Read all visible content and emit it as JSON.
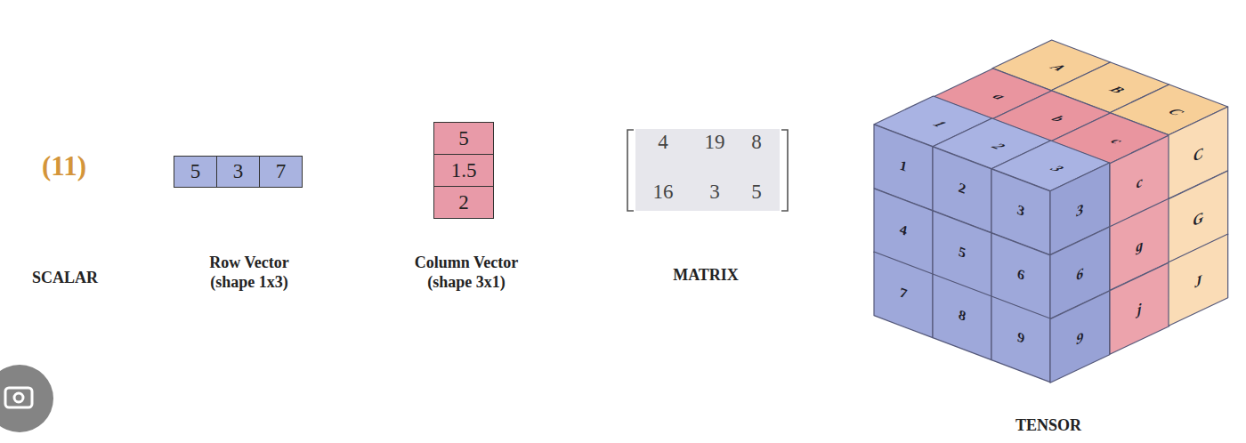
{
  "diagram": {
    "nodes": [
      {
        "text": [
          "5"
        ]
      },
      {
        "text": [
          "3"
        ]
      },
      {
        "text": [
          "7"
        ]
      },
      {
        "text": [
          "5"
        ]
      },
      {
        "text": [
          "1.5"
        ]
      },
      {
        "text": [
          "2"
        ]
      },
      {
        "text": [
          "A"
        ]
      },
      {
        "text": [
          "B"
        ]
      },
      {
        "text": [
          "C"
        ]
      },
      {
        "text": [
          "a"
        ]
      },
      {
        "text": [
          "b"
        ]
      },
      {
        "text": [
          "c"
        ]
      },
      {
        "text": [
          "1"
        ]
      },
      {
        "text": [
          "2"
        ]
      },
      {
        "text": [
          "3"
        ]
      },
      {
        "text": [
          "1"
        ]
      },
      {
        "text": [
          "2"
        ]
      },
      {
        "text": [
          "3"
        ]
      },
      {
        "text": [
          "4"
        ]
      },
      {
        "text": [
          "5"
        ]
      },
      {
        "text": [
          "6"
        ]
      },
      {
        "text": [
          "7"
        ]
      },
      {
        "text": [
          "8"
        ]
      },
      {
        "text": [
          "9"
        ]
      },
      {
        "text": [
          "3"
        ]
      },
      {
        "text": [
          "c"
        ]
      },
      {
        "text": [
          "C"
        ]
      },
      {
        "text": [
          "6"
        ]
      },
      {
        "text": [
          "g"
        ]
      },
      {
        "text": [
          "G"
        ]
      },
      {
        "text": [
          "9"
        ]
      },
      {
        "text": [
          "j"
        ]
      },
      {
        "text": [
          "J"
        ]
      }
    ],
    "labels": [
      "(11)",
      "SCALAR",
      "Row Vector (shape 1x3)",
      "Column Vector (shape 3x1)",
      "4",
      "19",
      "8",
      "16",
      "3",
      "5",
      "MATRIX",
      "TENSOR"
    ]
  }
}
